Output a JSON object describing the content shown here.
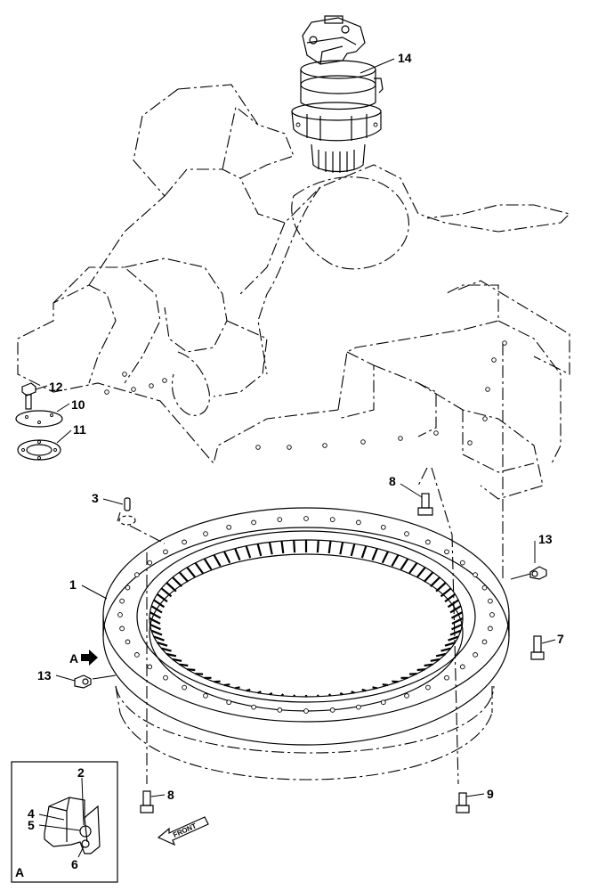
{
  "callouts": {
    "c1": "1",
    "c2": "2",
    "c3": "3",
    "c4": "4",
    "c5": "5",
    "c6": "6",
    "c7": "7",
    "c8a": "8",
    "c8b": "8",
    "c9": "9",
    "c10": "10",
    "c11": "11",
    "c12": "12",
    "c13a": "13",
    "c13b": "13",
    "c14": "14"
  },
  "view_marker": "A",
  "inset_label": "A",
  "front_label": "FRONT"
}
